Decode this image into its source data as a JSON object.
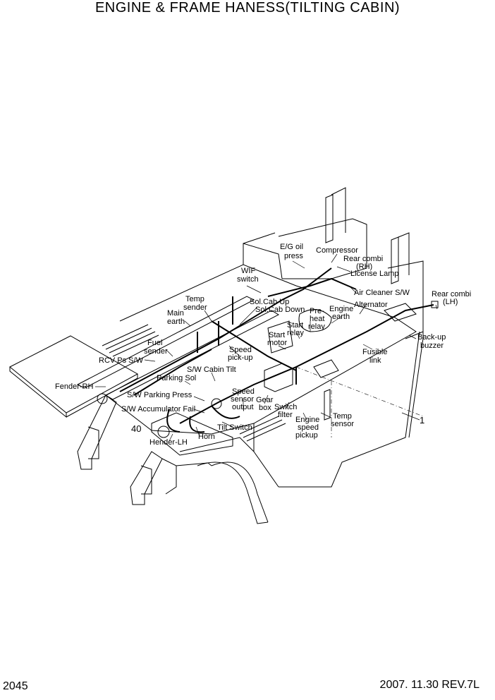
{
  "title": "ENGINE & FRAME HANESS(TILTING CABIN)",
  "page_number": "2045",
  "revision": "2007. 11.30  REV.7L",
  "callouts": {
    "eg_oil_press": [
      "E/G oil",
      "press"
    ],
    "compressor": "Compressor",
    "rear_combi_rh": [
      "Rear combi",
      "(RH)"
    ],
    "license_lamp": "License Lamp",
    "wif_switch": [
      "WIF",
      "switch"
    ],
    "air_cleaner_sw": "Air Cleaner S/W",
    "rear_combi_lh": [
      "Rear combi",
      "(LH)"
    ],
    "temp_sender": [
      "Temp",
      "sender"
    ],
    "sol_cab_up": "Sol.Cab Up",
    "sol_cab_down": "Sol.Cab Down",
    "pre_heat_relay": [
      "Pre-",
      "heat",
      "relay"
    ],
    "engine_earth": [
      "Engine",
      "earth"
    ],
    "alternator": "Alternator",
    "main_earth": [
      "Main",
      "earth"
    ],
    "start_relay": [
      "Start",
      "relay"
    ],
    "start_motor": [
      "Start",
      "motor"
    ],
    "back_up_buzzer": [
      "Back-up",
      "buzzer"
    ],
    "fuel_sender": [
      "Fuel",
      "sender"
    ],
    "speed_pickup": [
      "Speed",
      "pick-up"
    ],
    "fusible_link": [
      "Fusible",
      "link"
    ],
    "rcv_ps_sw": "RCV Ps S/W",
    "sw_cabin_tilt": "S/W Cabin Tilt",
    "parking_sol": "Parking Sol",
    "fender_rh": "Fender-RH",
    "sw_parking_press": "S/W Parking Press",
    "speed_sensor_output": [
      "Speed",
      "sensor",
      "output"
    ],
    "gear_box": [
      "Gear",
      "box"
    ],
    "switch_filter": [
      "Switch",
      "filter"
    ],
    "sw_accumulator_fail": "S/W Accumulator Fail",
    "temp_sensor": [
      "Temp",
      "sensor"
    ],
    "engine_speed_pickup": [
      "Engine",
      "speed",
      "pickup"
    ],
    "item_1": "1",
    "item_40": "40",
    "tilt_switch": "Tilt Switch",
    "horn": "Horn",
    "hender_lh": "Hender-LH"
  }
}
